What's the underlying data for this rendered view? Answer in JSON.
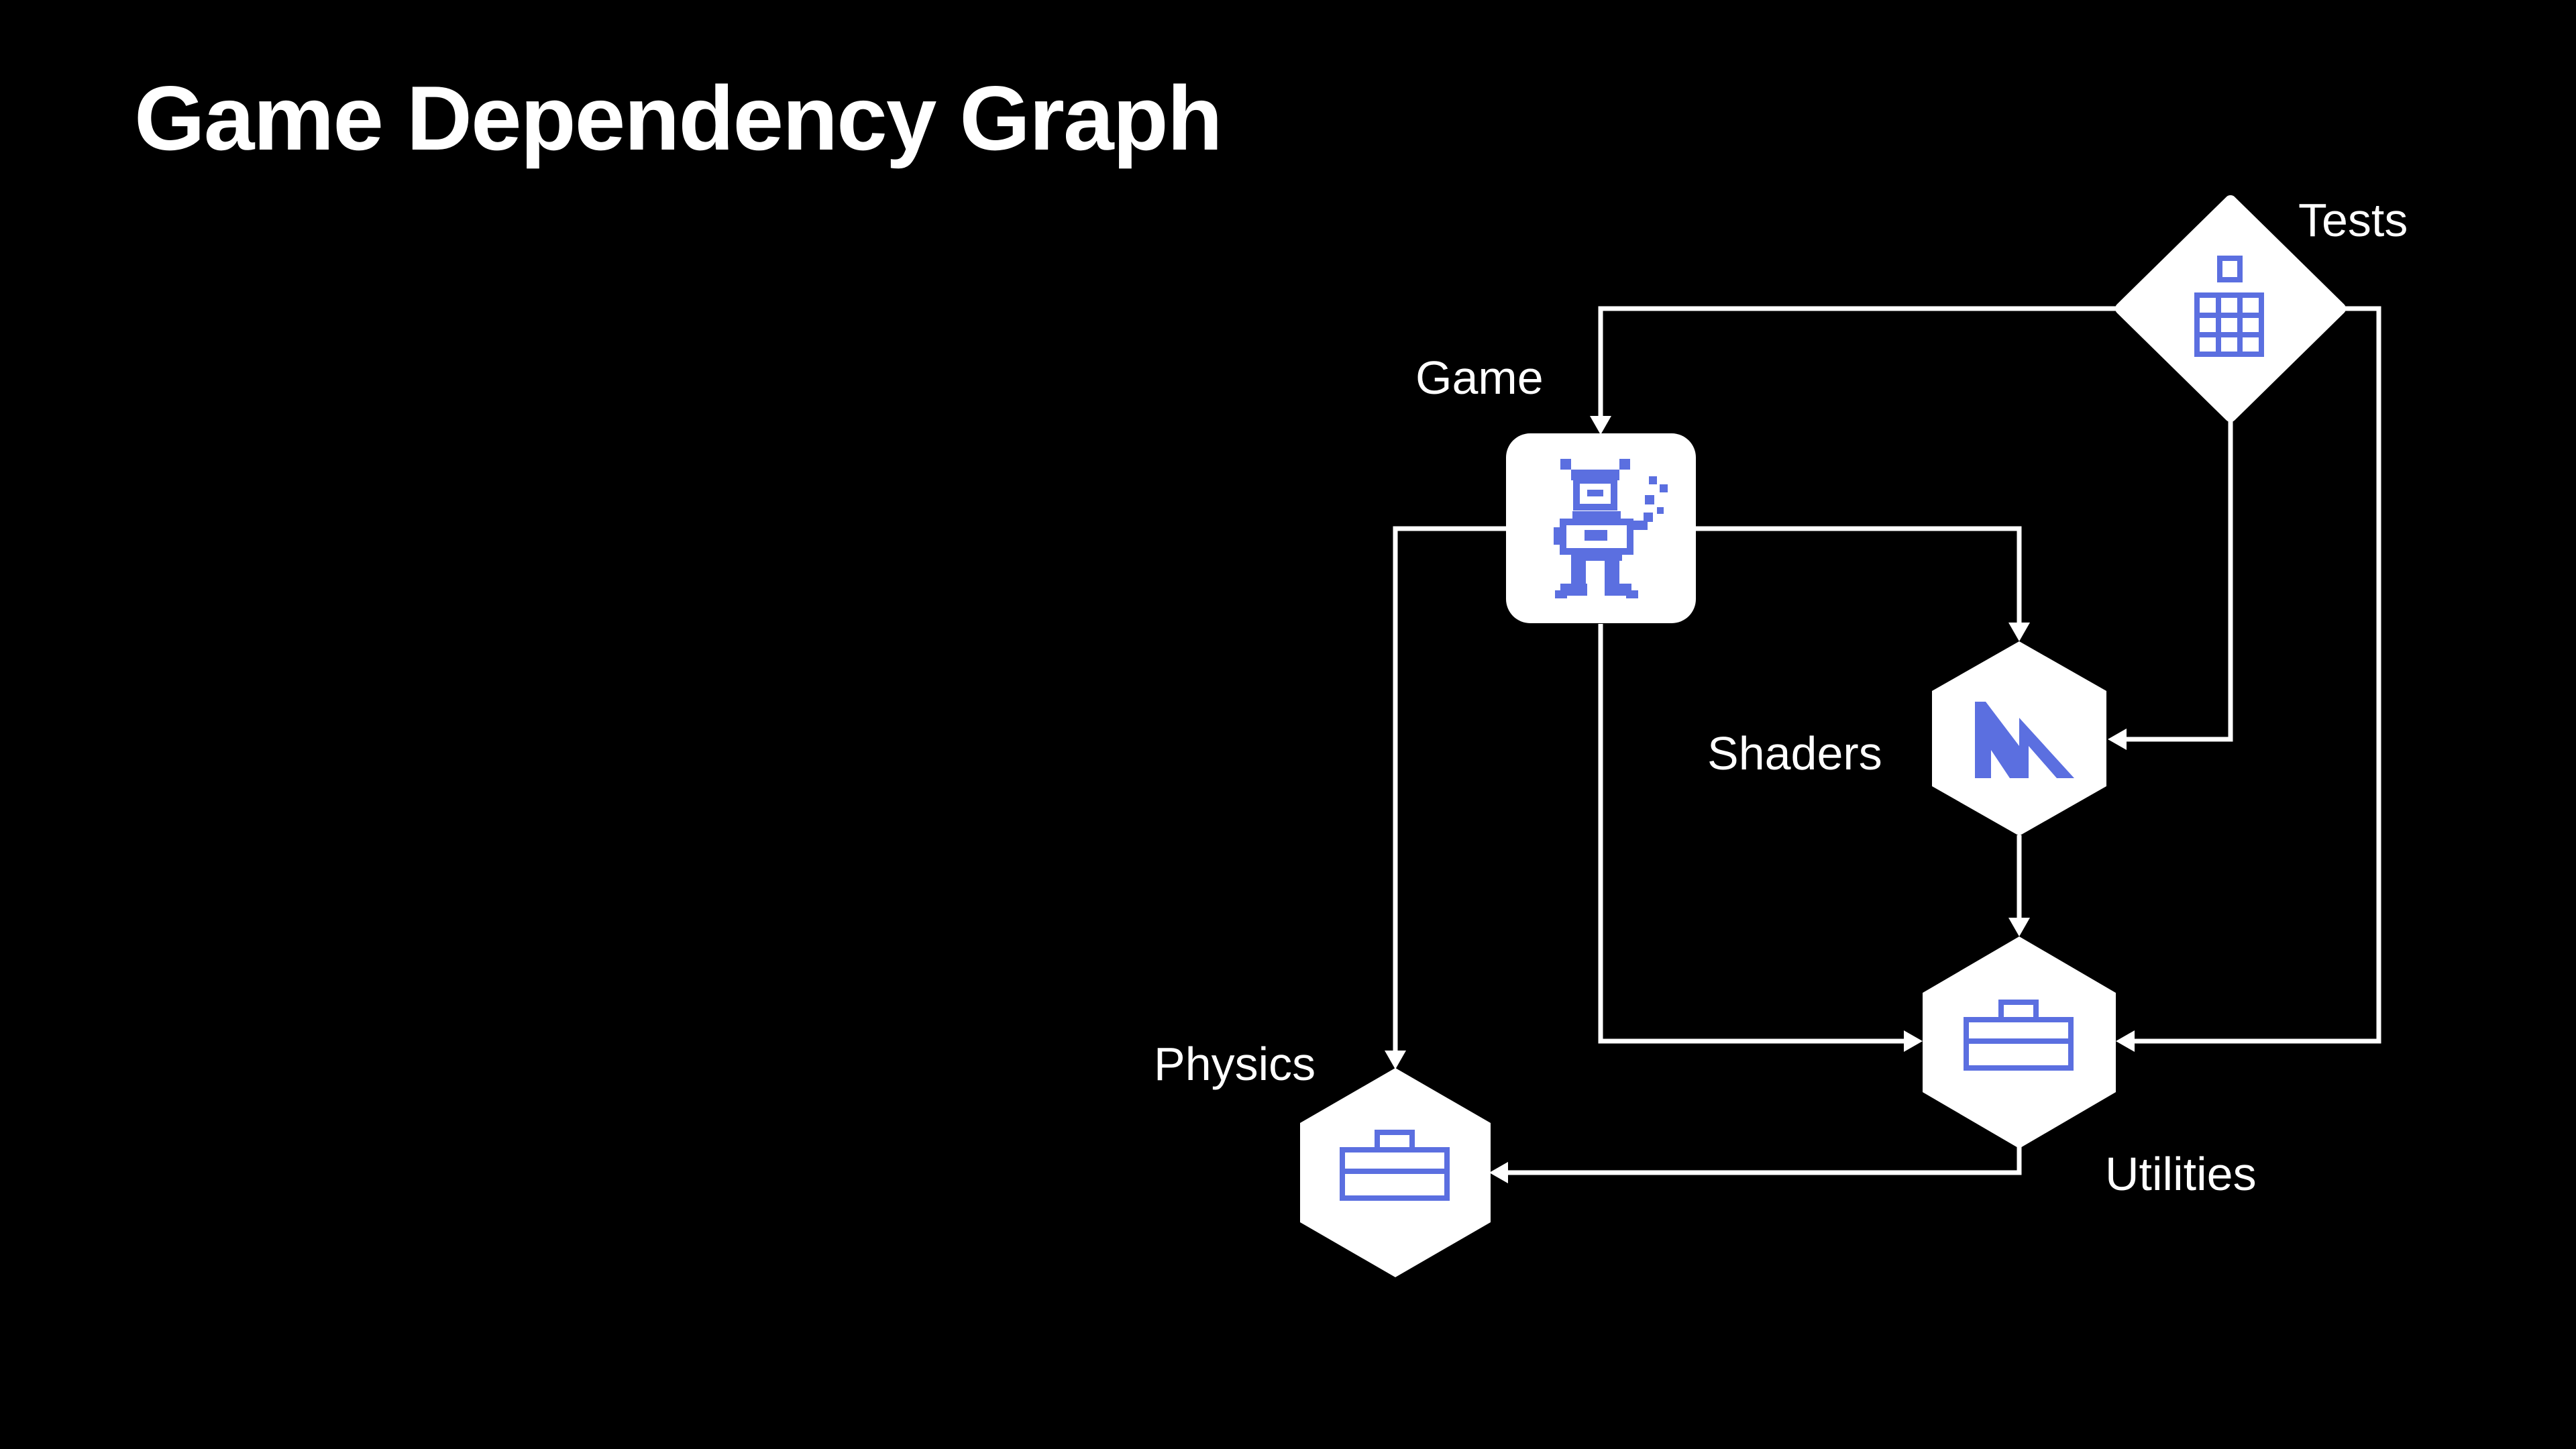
{
  "title": "Game Dependency Graph",
  "colors": {
    "background": "#000000",
    "node": "#ffffff",
    "icon": "#5b6fe0",
    "edge": "#ffffff",
    "text": "#ffffff"
  },
  "nodes": {
    "tests": {
      "label": "Tests",
      "shape": "diamond",
      "icon": "grid-building-icon"
    },
    "game": {
      "label": "Game",
      "shape": "rounded-square",
      "icon": "pixel-character-icon"
    },
    "shaders": {
      "label": "Shaders",
      "shape": "hexagon",
      "icon": "metal-logo-icon"
    },
    "utilities": {
      "label": "Utilities",
      "shape": "hexagon",
      "icon": "toolbox-icon"
    },
    "physics": {
      "label": "Physics",
      "shape": "hexagon",
      "icon": "toolbox-icon"
    }
  },
  "edges": [
    {
      "from": "Tests",
      "to": "Game"
    },
    {
      "from": "Tests",
      "to": "Shaders"
    },
    {
      "from": "Tests",
      "to": "Utilities"
    },
    {
      "from": "Game",
      "to": "Physics"
    },
    {
      "from": "Game",
      "to": "Shaders"
    },
    {
      "from": "Game",
      "to": "Utilities"
    },
    {
      "from": "Shaders",
      "to": "Utilities"
    },
    {
      "from": "Utilities",
      "to": "Physics"
    }
  ]
}
